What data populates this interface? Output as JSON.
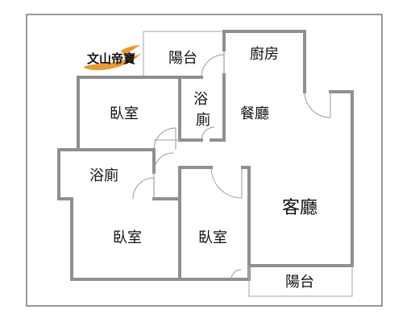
{
  "rooms": {
    "balcony_top": "陽台",
    "kitchen": "廚房",
    "bedroom_top": "臥室",
    "bath_center": "浴\n廁",
    "dining": "餐廳",
    "bath_left": "浴廁",
    "living": "客廳",
    "bedroom_bottom_left": "臥室",
    "bedroom_bottom_right": "臥室",
    "balcony_bottom": "陽台"
  },
  "logo": {
    "text": "文山帝寶"
  },
  "colors": {
    "wall": "#8f8f8f",
    "text": "#111111",
    "logo_accent": "#e58a10"
  }
}
